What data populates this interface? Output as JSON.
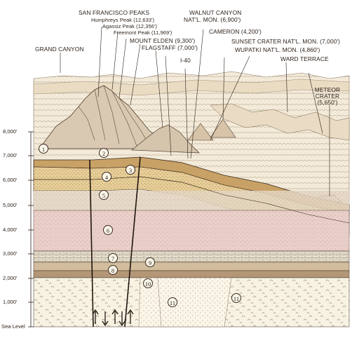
{
  "landmarks": {
    "grand_canyon": "GRAND CANYON",
    "sf_peaks": "SAN FRANCISCO PEAKS",
    "humphreys": "Humphreys Peak (12,633')",
    "agassiz": "Agassiz Peak (12,356')",
    "freemont": "Freemont Peak (11,969')",
    "elden": "MOUNT ELDEN (9,300')",
    "flagstaff": "FLAGSTAFF (7,000')",
    "i40": "I-40",
    "walnut_1": "WALNUT CANYON",
    "walnut_2": "NAT'L. MON. (6,900')",
    "cameron": "CAMERON (4,200')",
    "sunset": "SUNSET CRATER NAT'L. MON. (7,000')",
    "wupatki": "WUPATKI NAT'L. MON. (4,860')",
    "ward": "WARD TERRACE",
    "meteor_1": "METEOR",
    "meteor_2": "CRATER",
    "meteor_3": "(5,650')"
  },
  "elevations": [
    "8,000'",
    "7,000'",
    "6,000'",
    "5,000'",
    "4,000'",
    "3,000'",
    "2,000'",
    "1,000'",
    "Sea Level"
  ],
  "layer_numbers": [
    "1",
    "2",
    "3",
    "4",
    "5",
    "6",
    "7",
    "8",
    "9",
    "10",
    "11",
    "11"
  ],
  "colors": {
    "ink": "#2a1f17",
    "sky": "#ffffff",
    "landscape": "#f3ead9",
    "sandstone": "#e7c98c",
    "limestone": "#e9e1cf",
    "redbeds": "#e9cfc8",
    "shale": "#e4d6c4",
    "basement": "#f8f2e3"
  }
}
